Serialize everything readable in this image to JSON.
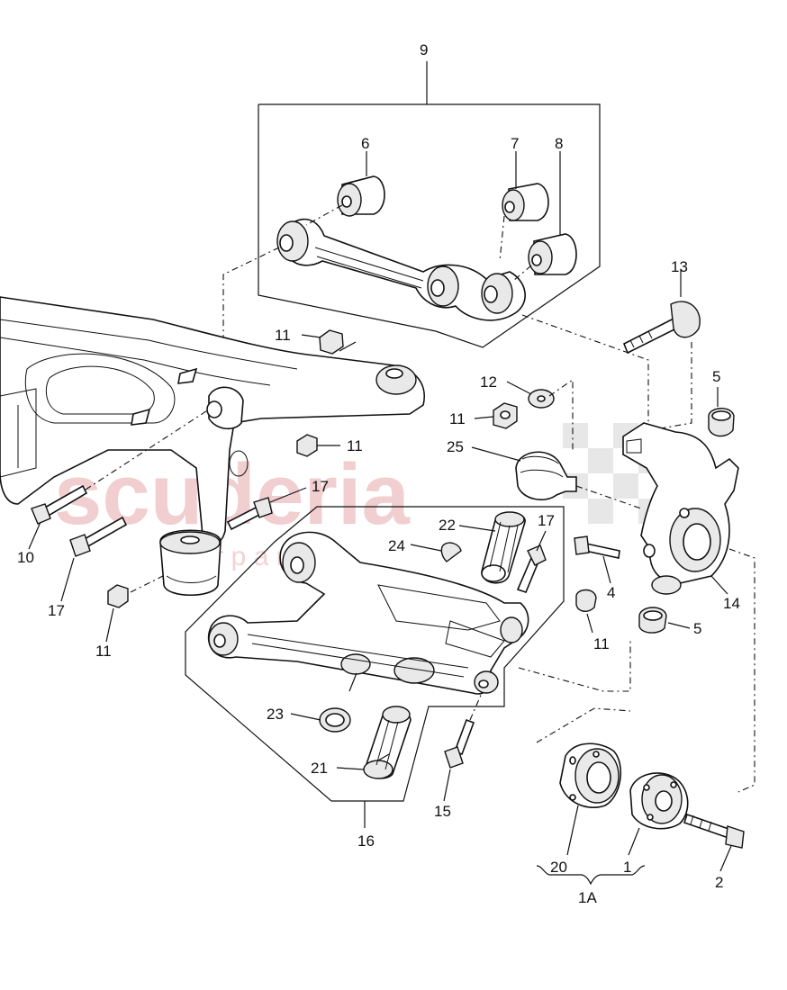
{
  "watermark": {
    "main": "scuderia",
    "sub": "c a r  p a r t s"
  },
  "callouts": [
    {
      "id": "9",
      "text": "9"
    },
    {
      "id": "6",
      "text": "6"
    },
    {
      "id": "7",
      "text": "7"
    },
    {
      "id": "8",
      "text": "8"
    },
    {
      "id": "13",
      "text": "13"
    },
    {
      "id": "5a",
      "text": "5"
    },
    {
      "id": "11a",
      "text": "11"
    },
    {
      "id": "12",
      "text": "12"
    },
    {
      "id": "11b",
      "text": "11"
    },
    {
      "id": "25",
      "text": "25"
    },
    {
      "id": "11c",
      "text": "11"
    },
    {
      "id": "17a",
      "text": "17"
    },
    {
      "id": "10",
      "text": "10"
    },
    {
      "id": "17b",
      "text": "17"
    },
    {
      "id": "11d",
      "text": "11"
    },
    {
      "id": "22",
      "text": "22"
    },
    {
      "id": "17c",
      "text": "17"
    },
    {
      "id": "24",
      "text": "24"
    },
    {
      "id": "4",
      "text": "4"
    },
    {
      "id": "14",
      "text": "14"
    },
    {
      "id": "11e",
      "text": "11"
    },
    {
      "id": "5b",
      "text": "5"
    },
    {
      "id": "23",
      "text": "23"
    },
    {
      "id": "21",
      "text": "21"
    },
    {
      "id": "15",
      "text": "15"
    },
    {
      "id": "16",
      "text": "16"
    },
    {
      "id": "20",
      "text": "20"
    },
    {
      "id": "1",
      "text": "1"
    },
    {
      "id": "2",
      "text": "2"
    },
    {
      "id": "1A",
      "text": "1A"
    }
  ]
}
